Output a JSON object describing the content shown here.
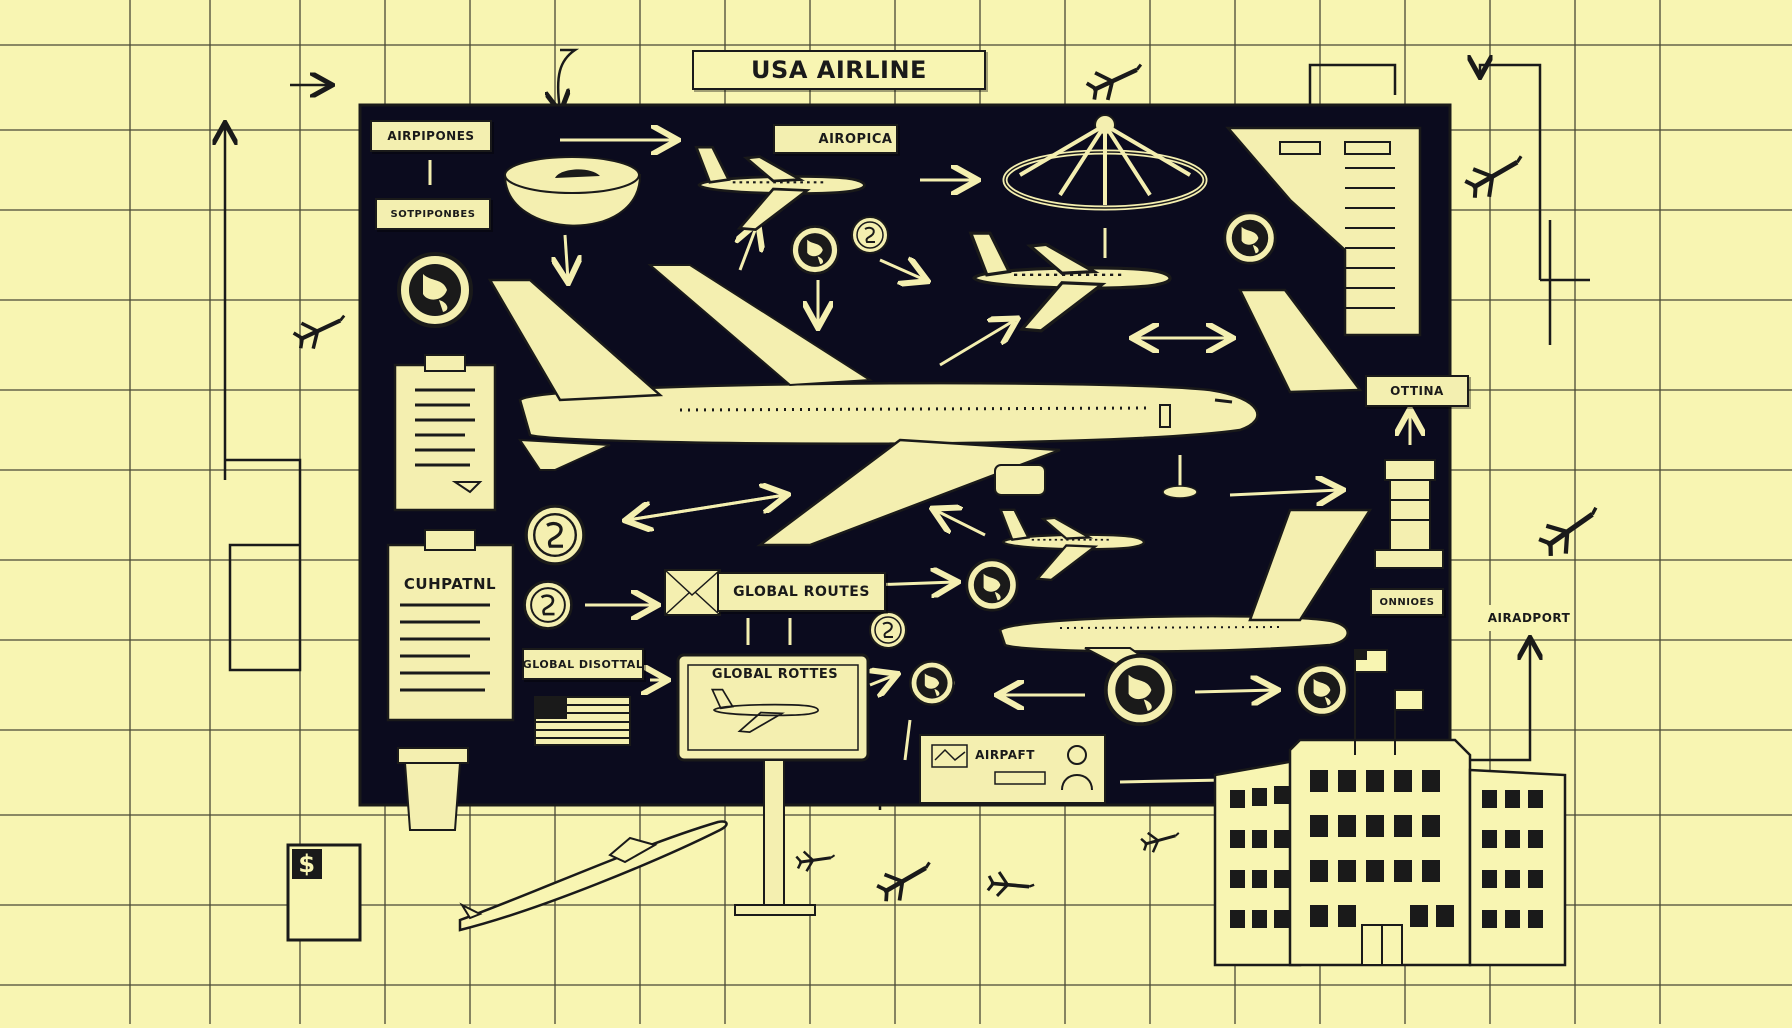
{
  "labels": {
    "title": "USA AIRLINE",
    "airplanes": "AIRPIPONES",
    "america": "AIROPICA",
    "sub_left": "SOTPIPONBES",
    "company": "CUHPATNL",
    "global_routes_1": "GLOBAL ROUTES",
    "global_routes_2": "GLOBAL ROTTES",
    "global_dist": "GLOBAL DISOTTAL",
    "airport_1": "AIRPAFT",
    "airport_2": "AIRADPORT",
    "ottina": "OTTINA",
    "onnaies": "ONNIOES",
    "dollar": "$"
  },
  "colors": {
    "paper": "#f8f5b2",
    "board": "#0b0b1e",
    "ink": "#1a1a1a",
    "sketch": "#f4efb0"
  },
  "icons": [
    "airplane-icon",
    "globe-icon",
    "coin-icon",
    "clipboard-icon",
    "flag-icon",
    "dollar-icon",
    "building-icon",
    "control-tower-icon",
    "billboard-icon"
  ]
}
